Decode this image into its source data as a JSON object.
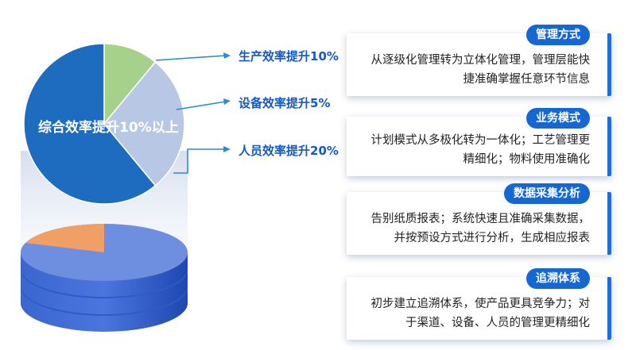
{
  "pie": {
    "center_label": "综合效率提升10%以上",
    "slices": [
      {
        "name": "main",
        "fraction": 0.61,
        "color": "#1d6cc0"
      },
      {
        "name": "green",
        "fraction": 0.11,
        "color": "#a5d18a"
      },
      {
        "name": "light",
        "fraction": 0.28,
        "color": "#b8c8e4"
      }
    ]
  },
  "callouts": [
    {
      "label": "生产效率提升10%"
    },
    {
      "label": "设备效率提升5%"
    },
    {
      "label": "人员效率提升20%"
    }
  ],
  "cards": [
    {
      "title": "管理方式",
      "body": "从逐级化管理转为立体化管理，管理层能快\n捷准确掌握任意环节信息"
    },
    {
      "title": "业务模式",
      "body": "计划模式从多极化转为一体化；工艺管理更\n精细化；物料使用准确化"
    },
    {
      "title": "数据采集分析",
      "body": "告别纸质报表；系统快速且准确采集数据，\n并按预设方式进行分析，生成相应报表"
    },
    {
      "title": "追溯体系",
      "body": "初步建立追溯体系，使产品更具竞争力；对\n于渠道、设备、人员的管理更精细化"
    }
  ],
  "colors": {
    "accent": "#1567d3",
    "callout_text": "#1259c3",
    "stack_top": "#6e8fe0",
    "stack_side": "#2f5bc7",
    "stack_orange": "#f0a064"
  }
}
